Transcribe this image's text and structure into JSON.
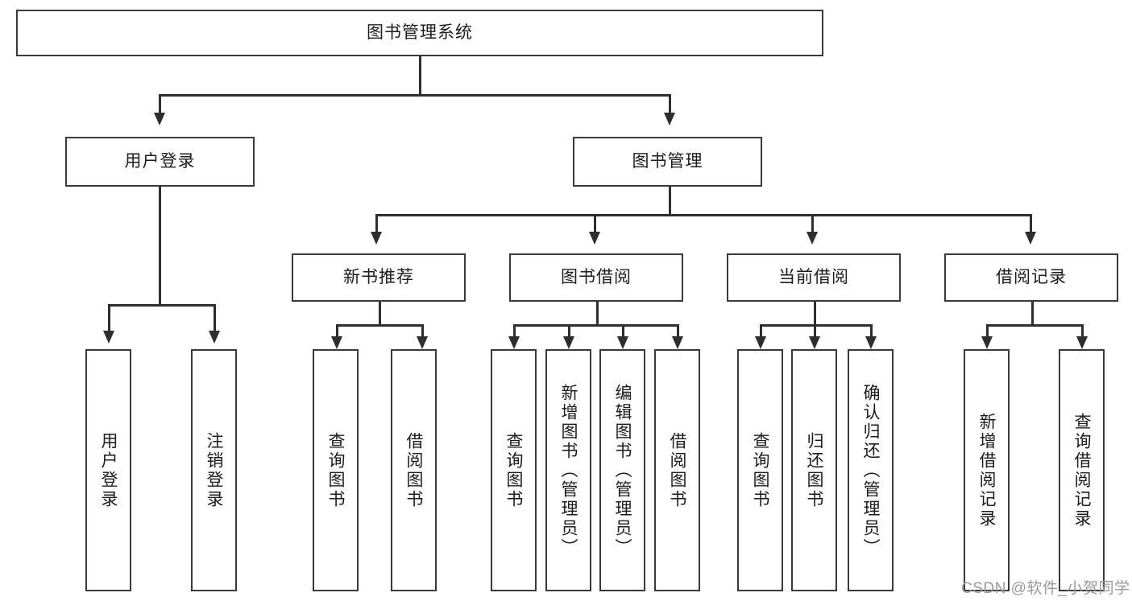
{
  "diagram": {
    "type": "tree",
    "title": "图书管理系统",
    "root": {
      "label": "图书管理系统"
    },
    "level2": [
      {
        "label": "用户登录"
      },
      {
        "label": "图书管理"
      }
    ],
    "level3": [
      {
        "label": "新书推荐"
      },
      {
        "label": "图书借阅"
      },
      {
        "label": "当前借阅"
      },
      {
        "label": "借阅记录"
      }
    ],
    "leaves": {
      "user_login": [
        {
          "label": "用户登录"
        },
        {
          "label": "注销登录"
        }
      ],
      "new_book_recommend": [
        {
          "label": "查询图书"
        },
        {
          "label": "借阅图书"
        }
      ],
      "book_borrow": [
        {
          "label": "查询图书"
        },
        {
          "label": "新增图书（管理员）"
        },
        {
          "label": "编辑图书（管理员）"
        },
        {
          "label": "借阅图书"
        }
      ],
      "current_borrow": [
        {
          "label": "查询图书"
        },
        {
          "label": "归还图书"
        },
        {
          "label": "确认归还（管理员）"
        }
      ],
      "borrow_record": [
        {
          "label": "新增借阅记录"
        },
        {
          "label": "查询借阅记录"
        }
      ]
    }
  },
  "watermark": {
    "text": "CSDN @软件_小贺同学"
  },
  "colors": {
    "box_border": "#3a3a3a",
    "line": "#2e2e2e",
    "background": "#ffffff",
    "text": "#1c1c1c",
    "watermark": "#9a9a9a"
  }
}
